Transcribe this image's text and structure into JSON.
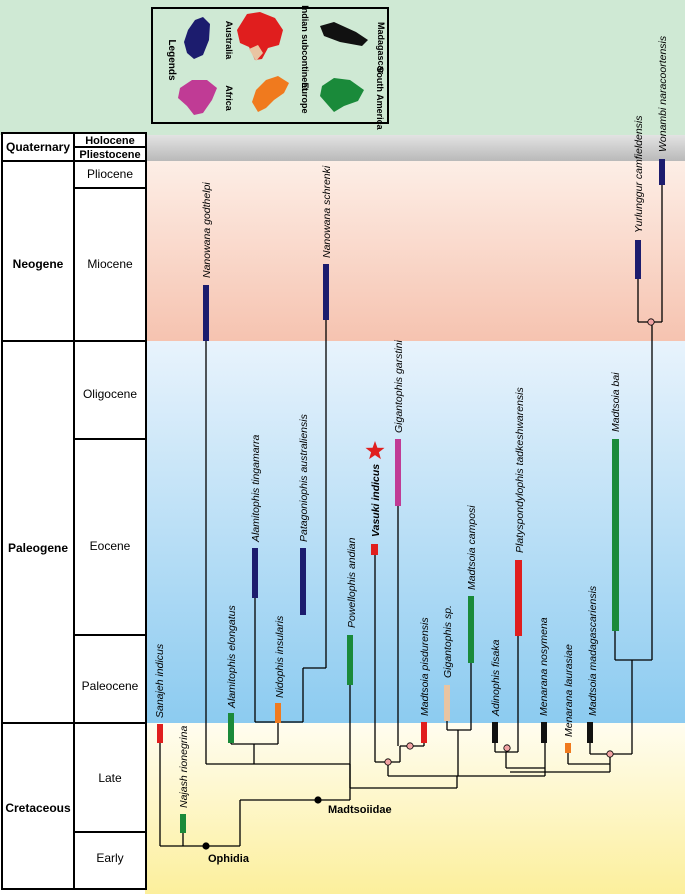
{
  "timescale": {
    "periods": [
      {
        "id": "quaternary",
        "label": "Quaternary"
      },
      {
        "id": "neogene",
        "label": "Neogene"
      },
      {
        "id": "paleogene",
        "label": "Paleogene"
      },
      {
        "id": "cretaceous",
        "label": "Cretaceous"
      }
    ],
    "epochs": [
      {
        "id": "holocene",
        "label": "Holocene"
      },
      {
        "id": "pleistocene",
        "label": "Pliestocene"
      },
      {
        "id": "pliocene",
        "label": "Pliocene"
      },
      {
        "id": "miocene",
        "label": "Miocene"
      },
      {
        "id": "oligocene",
        "label": "Oligocene"
      },
      {
        "id": "eocene",
        "label": "Eocene"
      },
      {
        "id": "paleocene",
        "label": "Paleocene"
      },
      {
        "id": "late",
        "label": "Late"
      },
      {
        "id": "early",
        "label": "Early"
      }
    ]
  },
  "legend": {
    "title": "Legends",
    "regions": [
      {
        "id": "australia",
        "label": "Australia",
        "color": "#1c1c6e"
      },
      {
        "id": "indian",
        "label": "Indian subcontinent",
        "color": "#e01e1e"
      },
      {
        "id": "madagascar",
        "label": "Madagascar",
        "color": "#111111"
      },
      {
        "id": "africa",
        "label": "Africa",
        "color": "#c03b95"
      },
      {
        "id": "europe",
        "label": "Europe",
        "color": "#f07a1e"
      },
      {
        "id": "south_america",
        "label": "South America",
        "color": "#1a8a3a"
      }
    ]
  },
  "taxa": [
    {
      "id": "sanajeh",
      "label": "Sanajeh indicus",
      "region": "indian"
    },
    {
      "id": "najash",
      "label": "Najash rionegrina",
      "region": "south_america"
    },
    {
      "id": "alamitophis_e",
      "label": "Alamitophis elongatus",
      "region": "south_america"
    },
    {
      "id": "alamitophis_t",
      "label": "Alamitophis tingamarra",
      "region": "australia"
    },
    {
      "id": "nidophis",
      "label": "Nidophis insularis",
      "region": "europe"
    },
    {
      "id": "patagoniophis",
      "label": "Patagoniophis australiensis",
      "region": "australia"
    },
    {
      "id": "nanowana_g",
      "label": "Nanowana godthelpi",
      "region": "australia"
    },
    {
      "id": "nanowana_s",
      "label": "Nanowana schrenki",
      "region": "australia"
    },
    {
      "id": "powellophis",
      "label": "Powellophis andian",
      "region": "south_america"
    },
    {
      "id": "vasuki",
      "label": "Vasuki indicus",
      "region": "indian",
      "highlight": true
    },
    {
      "id": "gigantophis_g",
      "label": "Gigantophis garstini",
      "region": "africa"
    },
    {
      "id": "madtsoia_p",
      "label": "Madtsoia pisdurensis",
      "region": "indian"
    },
    {
      "id": "gigantophis_sp",
      "label": "Gigantophis sp.",
      "region": "indian_pale",
      "color": "#e9c4a2"
    },
    {
      "id": "madtsoia_c",
      "label": "Madtsoia camposi",
      "region": "south_america"
    },
    {
      "id": "adinophis",
      "label": "Adinophis fisaka",
      "region": "madagascar"
    },
    {
      "id": "platyspondylophis",
      "label": "Platyspondylophis tadkeshwarensis",
      "region": "indian"
    },
    {
      "id": "menarana_n",
      "label": "Menarana nosymena",
      "region": "madagascar"
    },
    {
      "id": "menarana_l",
      "label": "Menarana laurasiae",
      "region": "europe"
    },
    {
      "id": "madtsoia_m",
      "label": "Madtsoia madagascariensis",
      "region": "madagascar"
    },
    {
      "id": "madtsoia_b",
      "label": "Madtsoia bai",
      "region": "south_america"
    },
    {
      "id": "yurlunggur",
      "label": "Yurlunggur camfieldensis",
      "region": "australia"
    },
    {
      "id": "wonambi",
      "label": "Wonambi naracoortensis",
      "region": "australia"
    }
  ],
  "nodes": [
    {
      "id": "ophidia",
      "label": "Ophidia"
    },
    {
      "id": "madtsoiidae",
      "label": "Madtsoiidae"
    }
  ],
  "colors": {
    "quaternary_bg": "#c8c8c8",
    "neogene_bg": "#f7d2c3",
    "paleogene_bg": "#a6d5f3",
    "cretaceous_bg": "#fdf4b4",
    "legend_bg": "#cfe9d4",
    "node_marker": "#f2a3a3",
    "star": "#e01e1e"
  }
}
